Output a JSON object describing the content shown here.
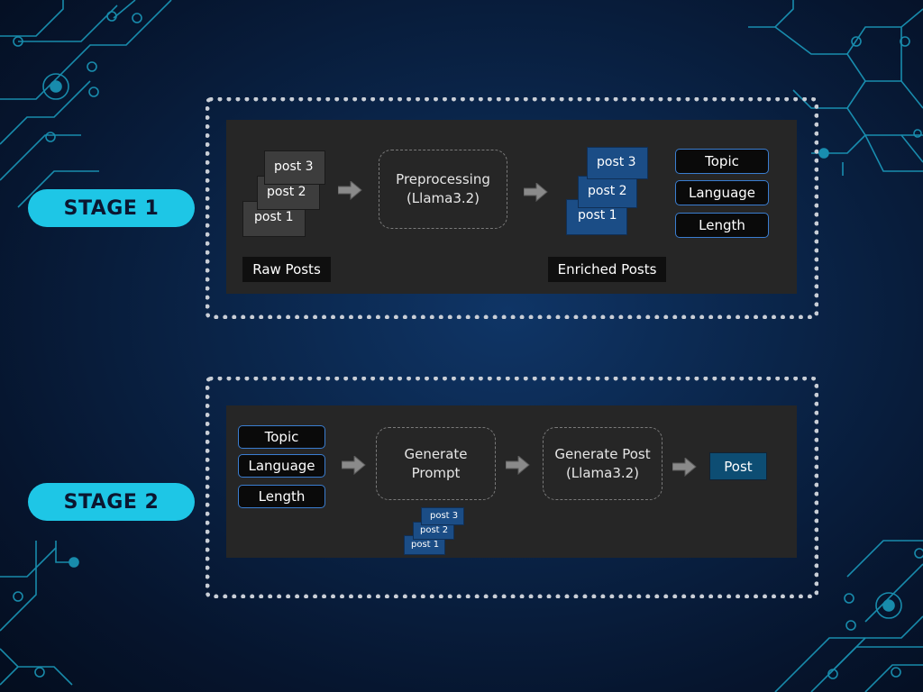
{
  "colors": {
    "pill": "#1ec6e6",
    "panel": "#262626",
    "doc_gray": "#3d3d3d",
    "doc_blue": "#1b4d86",
    "tag_border": "#3a7dd0",
    "output_post": "#0d4d73",
    "circuit": "#1fb3d6"
  },
  "icons": [
    "circuit-decoration",
    "arrow-right-icon",
    "document-stack-icon"
  ],
  "stage1": {
    "label": "STAGE 1",
    "raw_posts": [
      "post 3",
      "post 2",
      "post 1"
    ],
    "raw_label": "Raw Posts",
    "process": {
      "line1": "Preprocessing",
      "line2": "(Llama3.2)"
    },
    "enriched_posts": [
      "post 3",
      "post 2",
      "post 1"
    ],
    "enriched_label": "Enriched Posts",
    "tags": [
      "Topic",
      "Language",
      "Length"
    ]
  },
  "stage2": {
    "label": "STAGE 2",
    "tags": [
      "Topic",
      "Language",
      "Length"
    ],
    "prompt": {
      "line1": "Generate",
      "line2": "Prompt"
    },
    "examples": [
      "post 3",
      "post 2",
      "post 1"
    ],
    "generate": {
      "line1": "Generate Post",
      "line2": "(Llama3.2)"
    },
    "output": "Post"
  }
}
